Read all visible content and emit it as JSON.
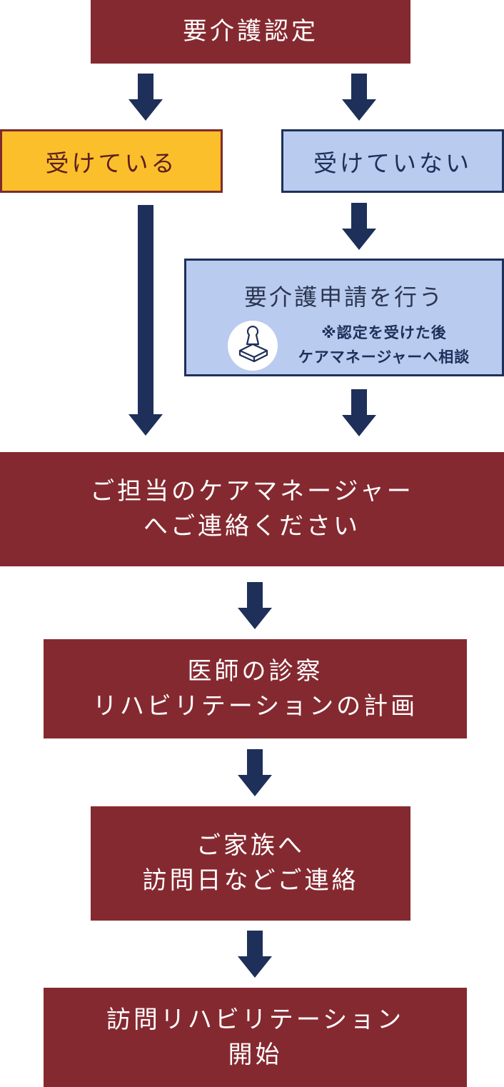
{
  "flow": {
    "start": {
      "label": "要介護認定"
    },
    "branch_yes": {
      "label": "受けている"
    },
    "branch_no": {
      "label": "受けていない"
    },
    "apply": {
      "title": "要介護申請を行う",
      "note_line1": "※認定を受けた後",
      "note_line2": "ケアマネージャーへ相談",
      "icon": "stamp-icon"
    },
    "contact_manager": {
      "line1": "ご担当のケアマネージャー",
      "line2": "へご連絡ください"
    },
    "doctor": {
      "line1": "医師の診察",
      "line2": "リハビリテーションの計画"
    },
    "family": {
      "line1": "ご家族へ",
      "line2": "訪問日などご連絡"
    },
    "start_rehab": {
      "line1": "訪問リハビリテーション",
      "line2": "開始"
    }
  },
  "colors": {
    "maroon": "#852930",
    "yellow": "#fbbf2b",
    "light_blue": "#b9cbee",
    "navy": "#1e2f5a"
  }
}
